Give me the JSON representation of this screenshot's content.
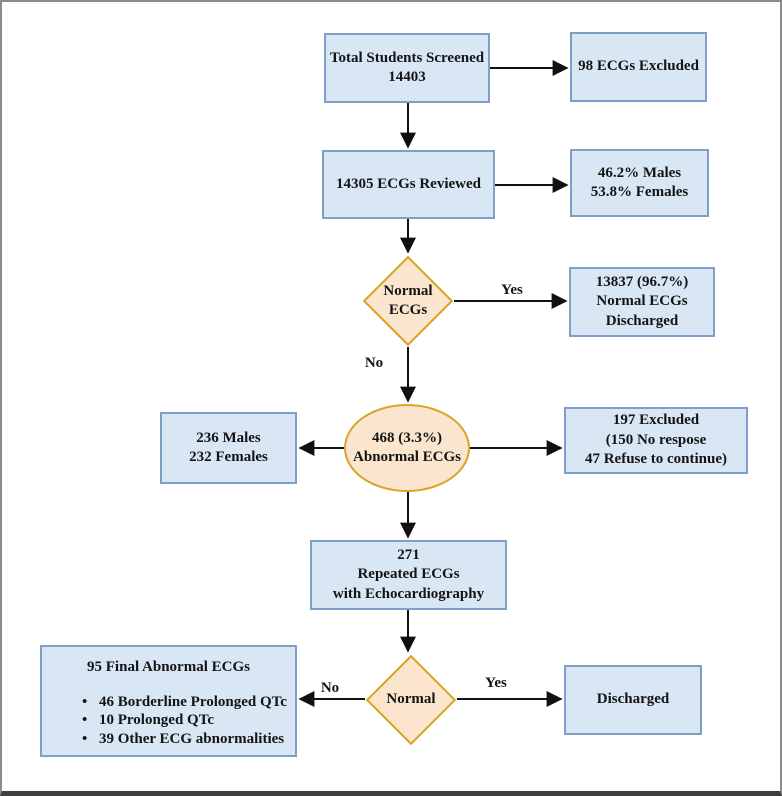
{
  "diagram": {
    "nodes": {
      "total_screened": {
        "line1": "Total Students Screened",
        "line2": "14403"
      },
      "ecgs_excluded": {
        "line1": "98 ECGs Excluded"
      },
      "ecgs_reviewed": {
        "line1": "14305 ECGs Reviewed"
      },
      "sex_split": {
        "line1": "46.2% Males",
        "line2": "53.8% Females"
      },
      "normal_ecgs_decision": {
        "line1": "Normal",
        "line2": "ECGs"
      },
      "normal_discharged": {
        "line1": "13837 (96.7%)",
        "line2": "Normal ECGs",
        "line3": "Discharged"
      },
      "abnormal_ecgs": {
        "line1": "468 (3.3%)",
        "line2": "Abnormal ECGs"
      },
      "abnormal_sex_split": {
        "line1": "236 Males",
        "line2": "232 Females"
      },
      "excluded_197": {
        "line1": "197 Excluded",
        "line2": "(150 No respose",
        "line3": "47 Refuse to continue)"
      },
      "repeated_ecgs": {
        "line1": "271",
        "line2": "Repeated ECGs",
        "line3": "with Echocardiography"
      },
      "final_abnormal": {
        "title": "95 Final Abnormal ECGs",
        "bullets": [
          "46 Borderline Prolonged QTc",
          "10 Prolonged QTc",
          "39 Other ECG abnormalities"
        ]
      },
      "normal_decision2": {
        "line1": "Normal"
      },
      "discharged": {
        "line1": "Discharged"
      }
    },
    "edge_labels": {
      "yes_top": "Yes",
      "no_top": "No",
      "no_bottom": "No",
      "yes_bottom": "Yes"
    },
    "colors": {
      "process_fill": "#d9e7f5",
      "process_border": "#7f9ec8",
      "decision_fill": "#fbe5ce",
      "decision_border": "#d9a426",
      "arrow": "#111111"
    }
  }
}
